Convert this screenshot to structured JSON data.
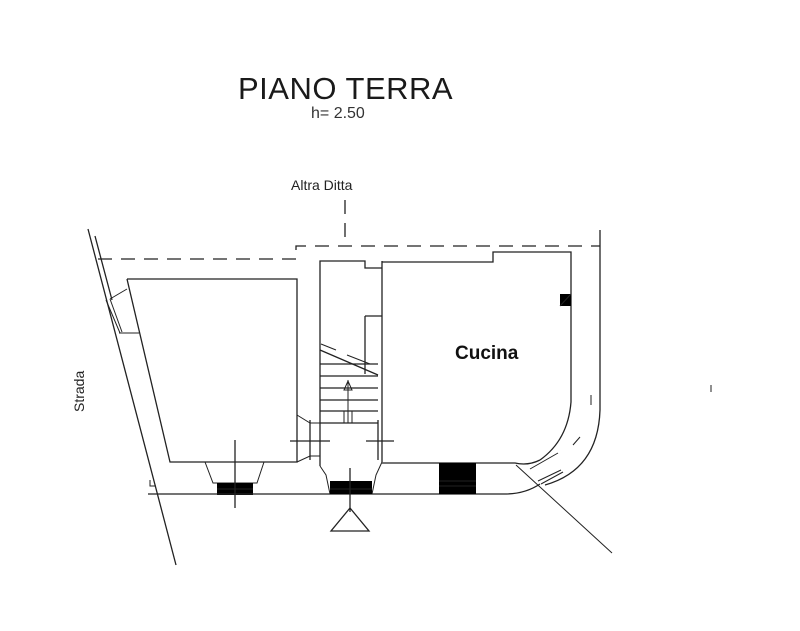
{
  "drawing": {
    "title": "PIANO TERRA",
    "height_label": "h= 2.50",
    "labels": {
      "neighbor": "Altra Ditta",
      "room_kitchen": "Cucina",
      "street": "Strada"
    },
    "line_color": "#222222",
    "background": "#ffffff"
  }
}
